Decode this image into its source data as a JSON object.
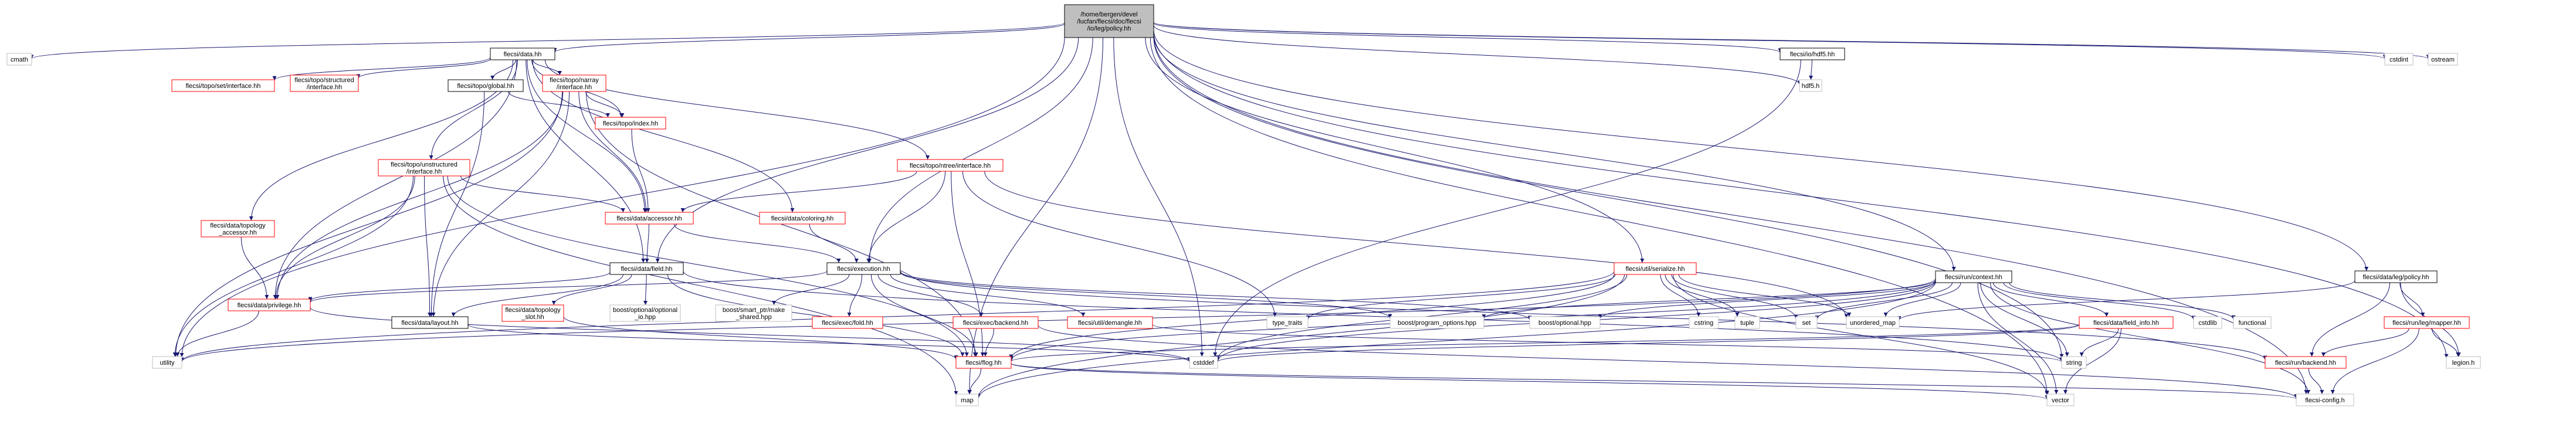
{
  "diagram": {
    "nodes": [
      {
        "id": "root",
        "label": [
          "/home/bergen/devel",
          "/lucfan/flecsi/doc/flecsi",
          "/io/leg/policy.hh"
        ],
        "style": "root"
      },
      {
        "id": "cmath",
        "label": [
          "cmath"
        ],
        "style": "plain"
      },
      {
        "id": "data_hh",
        "label": [
          "flecsi/data.hh"
        ],
        "style": "black"
      },
      {
        "id": "io_hdf5",
        "label": [
          "flecsi/io/hdf5.hh"
        ],
        "style": "black"
      },
      {
        "id": "hdf5_h",
        "label": [
          "hdf5.h"
        ],
        "style": "plain"
      },
      {
        "id": "run_context",
        "label": [
          "flecsi/run/context.hh"
        ],
        "style": "black"
      },
      {
        "id": "data_leg_policy",
        "label": [
          "flecsi/data/leg/policy.hh"
        ],
        "style": "black"
      },
      {
        "id": "cstdint",
        "label": [
          "cstdint"
        ],
        "style": "plain"
      },
      {
        "id": "ostream",
        "label": [
          "ostream"
        ],
        "style": "plain"
      },
      {
        "id": "set_interface",
        "label": [
          "flecsi/topo/set/interface.hh"
        ],
        "style": "red"
      },
      {
        "id": "structured_interface",
        "label": [
          "flecsi/topo/structured",
          "/interface.hh"
        ],
        "style": "red"
      },
      {
        "id": "topo_global",
        "label": [
          "flecsi/topo/global.hh"
        ],
        "style": "black"
      },
      {
        "id": "narray_interface",
        "label": [
          "flecsi/topo/narray",
          "/interface.hh"
        ],
        "style": "red"
      },
      {
        "id": "topo_index",
        "label": [
          "flecsi/topo/index.hh"
        ],
        "style": "red"
      },
      {
        "id": "unstructured_interface",
        "label": [
          "flecsi/topo/unstructured",
          "/interface.hh"
        ],
        "style": "red"
      },
      {
        "id": "topology_accessor",
        "label": [
          "flecsi/data/topology",
          "_accessor.hh"
        ],
        "style": "red"
      },
      {
        "id": "ntree_interface",
        "label": [
          "flecsi/topo/ntree/interface.hh"
        ],
        "style": "red"
      },
      {
        "id": "data_accessor",
        "label": [
          "flecsi/data/accessor.hh"
        ],
        "style": "red"
      },
      {
        "id": "data_coloring",
        "label": [
          "flecsi/data/coloring.hh"
        ],
        "style": "red"
      },
      {
        "id": "data_field",
        "label": [
          "flecsi/data/field.hh"
        ],
        "style": "black"
      },
      {
        "id": "execution",
        "label": [
          "flecsi/execution.hh"
        ],
        "style": "black"
      },
      {
        "id": "util_serialize",
        "label": [
          "flecsi/util/serialize.hh"
        ],
        "style": "red"
      },
      {
        "id": "data_privilege",
        "label": [
          "flecsi/data/privilege.hh"
        ],
        "style": "red"
      },
      {
        "id": "data_layout",
        "label": [
          "flecsi/data/layout.hh"
        ],
        "style": "black"
      },
      {
        "id": "topology_slot",
        "label": [
          "flecsi/data/topology",
          "_slot.hh"
        ],
        "style": "red"
      },
      {
        "id": "boost_optional_io",
        "label": [
          "boost/optional/optional",
          "_io.hpp"
        ],
        "style": "plain"
      },
      {
        "id": "boost_smart_ptr",
        "label": [
          "boost/smart_ptr/make",
          "_shared.hpp"
        ],
        "style": "plain"
      },
      {
        "id": "exec_fold",
        "label": [
          "flecsi/exec/fold.hh"
        ],
        "style": "red"
      },
      {
        "id": "exec_backend",
        "label": [
          "flecsi/exec/backend.hh"
        ],
        "style": "red"
      },
      {
        "id": "util_demangle",
        "label": [
          "flecsi/util/demangle.hh"
        ],
        "style": "red"
      },
      {
        "id": "type_traits",
        "label": [
          "type_traits"
        ],
        "style": "plain"
      },
      {
        "id": "boost_program_options",
        "label": [
          "boost/program_options.hpp"
        ],
        "style": "plain"
      },
      {
        "id": "boost_optional",
        "label": [
          "boost/optional.hpp"
        ],
        "style": "plain"
      },
      {
        "id": "cstring",
        "label": [
          "cstring"
        ],
        "style": "plain"
      },
      {
        "id": "tuple",
        "label": [
          "tuple"
        ],
        "style": "plain"
      },
      {
        "id": "set",
        "label": [
          "set"
        ],
        "style": "plain"
      },
      {
        "id": "unordered_map",
        "label": [
          "unordered_map"
        ],
        "style": "plain"
      },
      {
        "id": "field_info",
        "label": [
          "flecsi/data/field_info.hh"
        ],
        "style": "red"
      },
      {
        "id": "cstdlib",
        "label": [
          "cstdlib"
        ],
        "style": "plain"
      },
      {
        "id": "functional",
        "label": [
          "functional"
        ],
        "style": "plain"
      },
      {
        "id": "run_leg_mapper",
        "label": [
          "flecsi/run/leg/mapper.hh"
        ],
        "style": "red"
      },
      {
        "id": "utility",
        "label": [
          "utility"
        ],
        "style": "plain"
      },
      {
        "id": "flog",
        "label": [
          "flecsi/flog.hh"
        ],
        "style": "red"
      },
      {
        "id": "cstddef",
        "label": [
          "cstddef"
        ],
        "style": "plain"
      },
      {
        "id": "string",
        "label": [
          "string"
        ],
        "style": "plain"
      },
      {
        "id": "run_backend",
        "label": [
          "flecsi/run/backend.hh"
        ],
        "style": "red"
      },
      {
        "id": "legion_h",
        "label": [
          "legion.h"
        ],
        "style": "plain"
      },
      {
        "id": "map",
        "label": [
          "map"
        ],
        "style": "plain"
      },
      {
        "id": "vector",
        "label": [
          "vector"
        ],
        "style": "plain"
      },
      {
        "id": "flecsi_config",
        "label": [
          "flecsi-config.h"
        ],
        "style": "plain"
      }
    ],
    "edges": [
      [
        "root",
        "cmath"
      ],
      [
        "root",
        "data_hh"
      ],
      [
        "root",
        "io_hdf5"
      ],
      [
        "root",
        "hdf5_h"
      ],
      [
        "root",
        "run_context"
      ],
      [
        "root",
        "data_leg_policy"
      ],
      [
        "root",
        "cstdint"
      ],
      [
        "root",
        "ostream"
      ],
      [
        "root",
        "utility"
      ],
      [
        "root",
        "map"
      ],
      [
        "root",
        "cstddef"
      ],
      [
        "root",
        "execution"
      ],
      [
        "root",
        "util_serialize"
      ],
      [
        "root",
        "data_field"
      ],
      [
        "root",
        "vector"
      ],
      [
        "root",
        "flecsi_config"
      ],
      [
        "root",
        "legion_h"
      ],
      [
        "root",
        "string"
      ],
      [
        "io_hdf5",
        "hdf5_h"
      ],
      [
        "io_hdf5",
        "cstddef"
      ],
      [
        "data_hh",
        "set_interface"
      ],
      [
        "data_hh",
        "structured_interface"
      ],
      [
        "data_hh",
        "topo_global"
      ],
      [
        "data_hh",
        "narray_interface"
      ],
      [
        "data_hh",
        "topo_index"
      ],
      [
        "data_hh",
        "unstructured_interface"
      ],
      [
        "data_hh",
        "topology_accessor"
      ],
      [
        "data_hh",
        "ntree_interface"
      ],
      [
        "data_hh",
        "data_accessor"
      ],
      [
        "data_hh",
        "data_coloring"
      ],
      [
        "data_hh",
        "data_privilege"
      ],
      [
        "data_hh",
        "data_field"
      ],
      [
        "topo_global",
        "topo_index"
      ],
      [
        "topo_global",
        "data_layout"
      ],
      [
        "narray_interface",
        "topo_index"
      ],
      [
        "narray_interface",
        "data_accessor"
      ],
      [
        "narray_interface",
        "data_privilege"
      ],
      [
        "narray_interface",
        "data_layout"
      ],
      [
        "narray_interface",
        "utility"
      ],
      [
        "narray_interface",
        "flog"
      ],
      [
        "topo_index",
        "data_accessor"
      ],
      [
        "unstructured_interface",
        "data_accessor"
      ],
      [
        "unstructured_interface",
        "data_layout"
      ],
      [
        "unstructured_interface",
        "data_privilege"
      ],
      [
        "unstructured_interface",
        "utility"
      ],
      [
        "unstructured_interface",
        "map"
      ],
      [
        "unstructured_interface",
        "flog"
      ],
      [
        "topology_accessor",
        "data_privilege"
      ],
      [
        "ntree_interface",
        "data_accessor"
      ],
      [
        "ntree_interface",
        "execution"
      ],
      [
        "ntree_interface",
        "type_traits"
      ],
      [
        "ntree_interface",
        "unordered_map"
      ],
      [
        "ntree_interface",
        "flog"
      ],
      [
        "data_coloring",
        "execution"
      ],
      [
        "data_accessor",
        "data_field"
      ],
      [
        "data_accessor",
        "execution"
      ],
      [
        "data_field",
        "data_privilege"
      ],
      [
        "data_field",
        "data_layout"
      ],
      [
        "data_field",
        "topology_slot"
      ],
      [
        "data_field",
        "boost_optional_io"
      ],
      [
        "data_field",
        "flog"
      ],
      [
        "data_field",
        "string"
      ],
      [
        "data_privilege",
        "utility"
      ],
      [
        "data_privilege",
        "cstddef"
      ],
      [
        "data_layout",
        "cstddef"
      ],
      [
        "topology_slot",
        "flog"
      ],
      [
        "execution",
        "boost_smart_ptr"
      ],
      [
        "execution",
        "exec_fold"
      ],
      [
        "execution",
        "exec_backend"
      ],
      [
        "execution",
        "util_demangle"
      ],
      [
        "execution",
        "boost_program_options"
      ],
      [
        "execution",
        "boost_optional"
      ],
      [
        "execution",
        "flog"
      ],
      [
        "execution",
        "data_privilege"
      ],
      [
        "execution",
        "run_backend"
      ],
      [
        "exec_backend",
        "flog"
      ],
      [
        "exec_backend",
        "flecsi_config"
      ],
      [
        "util_demangle",
        "string"
      ],
      [
        "util_serialize",
        "type_traits"
      ],
      [
        "util_serialize",
        "cstring"
      ],
      [
        "util_serialize",
        "tuple"
      ],
      [
        "util_serialize",
        "set"
      ],
      [
        "util_serialize",
        "unordered_map"
      ],
      [
        "util_serialize",
        "map"
      ],
      [
        "util_serialize",
        "vector"
      ],
      [
        "util_serialize",
        "utility"
      ],
      [
        "util_serialize",
        "flog"
      ],
      [
        "util_serialize",
        "cstddef"
      ],
      [
        "run_context",
        "boost_program_options"
      ],
      [
        "run_context",
        "boost_optional"
      ],
      [
        "run_context",
        "field_info"
      ],
      [
        "run_context",
        "cstdlib"
      ],
      [
        "run_context",
        "functional"
      ],
      [
        "run_context",
        "set"
      ],
      [
        "run_context",
        "unordered_map"
      ],
      [
        "run_context",
        "string"
      ],
      [
        "run_context",
        "vector"
      ],
      [
        "run_context",
        "map"
      ],
      [
        "run_context",
        "utility"
      ],
      [
        "run_context",
        "flog"
      ],
      [
        "run_context",
        "cstddef"
      ],
      [
        "run_context",
        "flecsi_config"
      ],
      [
        "field_info",
        "string"
      ],
      [
        "field_info",
        "vector"
      ],
      [
        "field_info",
        "cstddef"
      ],
      [
        "field_info",
        "flog"
      ],
      [
        "data_leg_policy",
        "run_leg_mapper"
      ],
      [
        "data_leg_policy",
        "run_backend"
      ],
      [
        "data_leg_policy",
        "unordered_map"
      ],
      [
        "data_leg_policy",
        "legion_h"
      ],
      [
        "run_leg_mapper",
        "run_backend"
      ],
      [
        "run_leg_mapper",
        "legion_h"
      ],
      [
        "run_leg_mapper",
        "flecsi_config"
      ],
      [
        "run_backend",
        "flecsi_config"
      ],
      [
        "flog",
        "map"
      ],
      [
        "flog",
        "vector"
      ],
      [
        "flog",
        "flecsi_config"
      ]
    ],
    "colors": {
      "edge": "#191970",
      "root_fill": "#bfbfbf",
      "black_border": "#000000",
      "red_border": "#ff0000",
      "plain_border": "#bfbfbf",
      "red_text": "#ff0000",
      "text": "#000000"
    }
  }
}
